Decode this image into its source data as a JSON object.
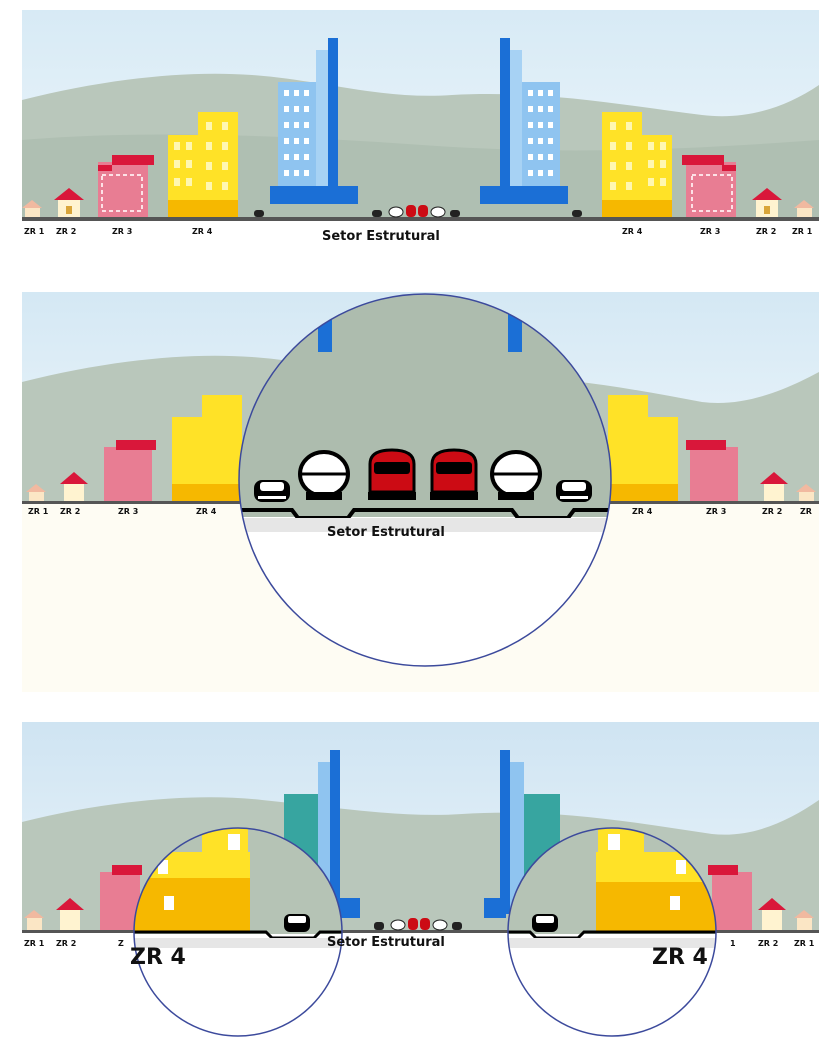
{
  "panels": [
    {
      "zone_labels": [
        "ZR 1",
        "ZR 2",
        "ZR 3",
        "ZR 4",
        "ZR 4",
        "ZR 3",
        "ZR 2",
        "ZR 1"
      ],
      "sector_label": "Setor Estrutural"
    },
    {
      "zone_labels": [
        "ZR 1",
        "ZR 2",
        "ZR 3",
        "ZR 4",
        "ZR 4",
        "ZR 3",
        "ZR 2",
        "ZR"
      ],
      "sector_label": "Setor Estrutural"
    },
    {
      "zone_labels": [
        "ZR 1",
        "ZR 2",
        "Z",
        "1",
        "ZR 2",
        "ZR 1"
      ],
      "sector_label": "Setor Estrutural",
      "zoom_labels": [
        "ZR 4",
        "ZR 4"
      ]
    }
  ],
  "colors": {
    "sky_top": "#cfe6f4",
    "hill": "#b8c6b8",
    "tower_blue": "#1b6fd6",
    "tower_light": "#8fc4f0",
    "yellow": "#ffe227",
    "orange": "#f6b800",
    "pink": "#e87d93",
    "red_roof": "#d9173a",
    "bus_red": "#cc0b14",
    "circle": "#3c4a9c"
  }
}
